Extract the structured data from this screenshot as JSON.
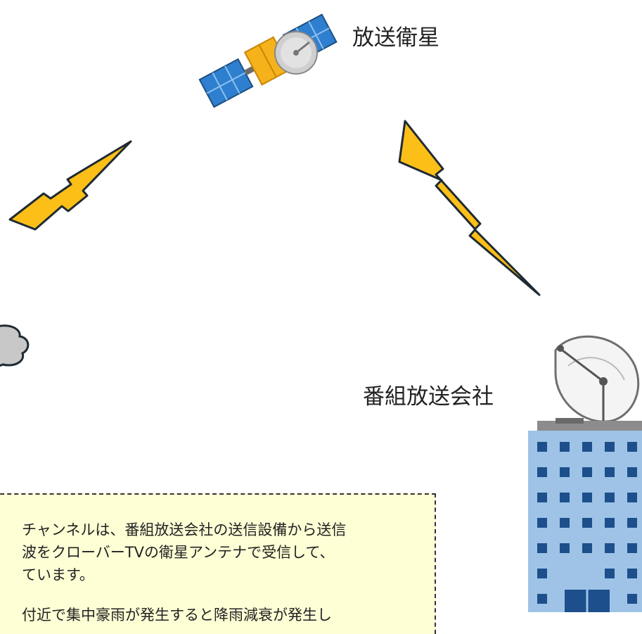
{
  "labels": {
    "satellite": "放送衛星",
    "broadcaster": "番組放送会社"
  },
  "note": {
    "line1": "チャンネルは、番組放送会社の送信設備から送信",
    "line2": "波をクローバーTVの衛星アンテナで受信して、",
    "line3": "ています。",
    "line4": "付近で集中豪雨が発生すると降雨減衰が発生し"
  },
  "colors": {
    "lightning_fill": "#fbbf18",
    "lightning_stroke": "#1f2a33",
    "solar_panel": "#2e7fcf",
    "satellite_body": "#f5b21b",
    "cloud": "#c8c8c8",
    "building": "#9ec3e6",
    "window": "#1d4f8c",
    "note_bg": "#ffffd6"
  },
  "icons": [
    "satellite-icon",
    "lightning-icon",
    "cloud-icon",
    "broadcast-building-icon",
    "dish-antenna-icon"
  ]
}
